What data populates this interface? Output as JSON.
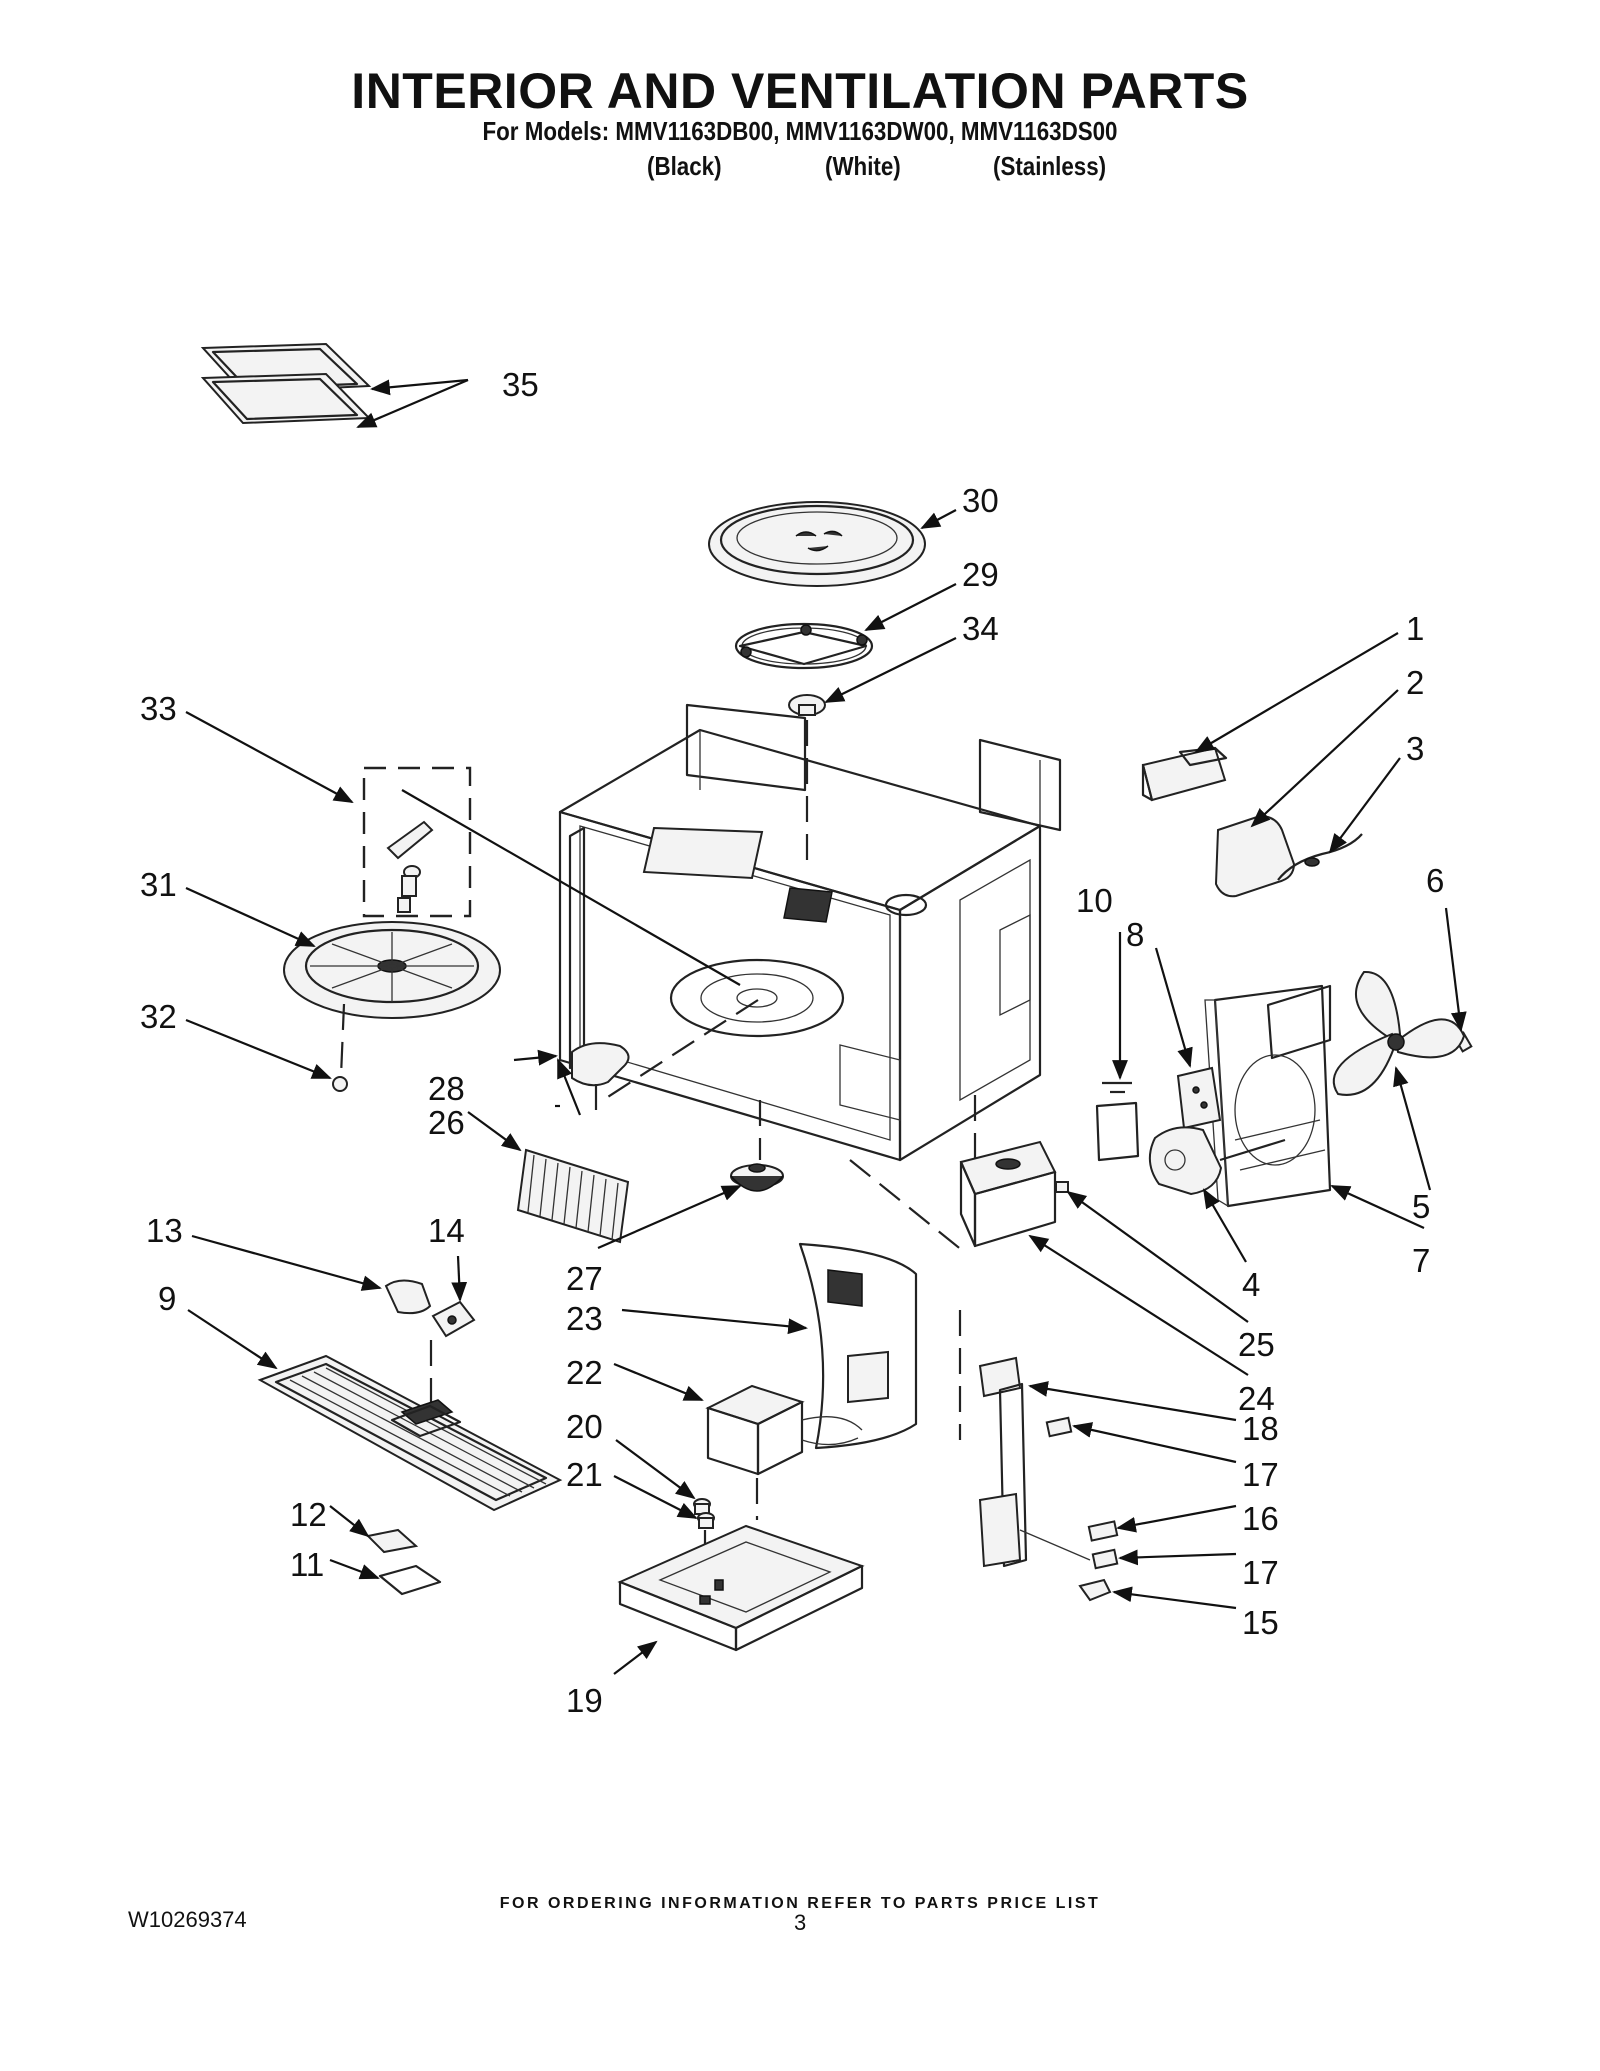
{
  "header": {
    "title": "INTERIOR AND VENTILATION PARTS",
    "models_line": "For Models: MMV1163DB00, MMV1163DW00, MMV1163DS00",
    "variants": [
      "(Black)",
      "(White)",
      "(Stainless)"
    ]
  },
  "callouts": {
    "c1": "1",
    "c2": "2",
    "c3": "3",
    "c4": "4",
    "c5": "5",
    "c6": "6",
    "c7": "7",
    "c8": "8",
    "c9": "9",
    "c10": "10",
    "c11": "11",
    "c12": "12",
    "c13": "13",
    "c14": "14",
    "c15": "15",
    "c16": "16",
    "c17a": "17",
    "c17b": "17",
    "c18": "18",
    "c19": "19",
    "c20": "20",
    "c21": "21",
    "c22": "22",
    "c23": "23",
    "c24": "24",
    "c25": "25",
    "c26": "26",
    "c27": "27",
    "c28": "28",
    "c29": "29",
    "c30": "30",
    "c31": "31",
    "c32": "32",
    "c33": "33",
    "c34": "34",
    "c35": "35"
  },
  "footer": {
    "ordering_note": "FOR ORDERING INFORMATION REFER TO PARTS PRICE LIST",
    "document_number": "W10269374",
    "page_number": "3"
  }
}
